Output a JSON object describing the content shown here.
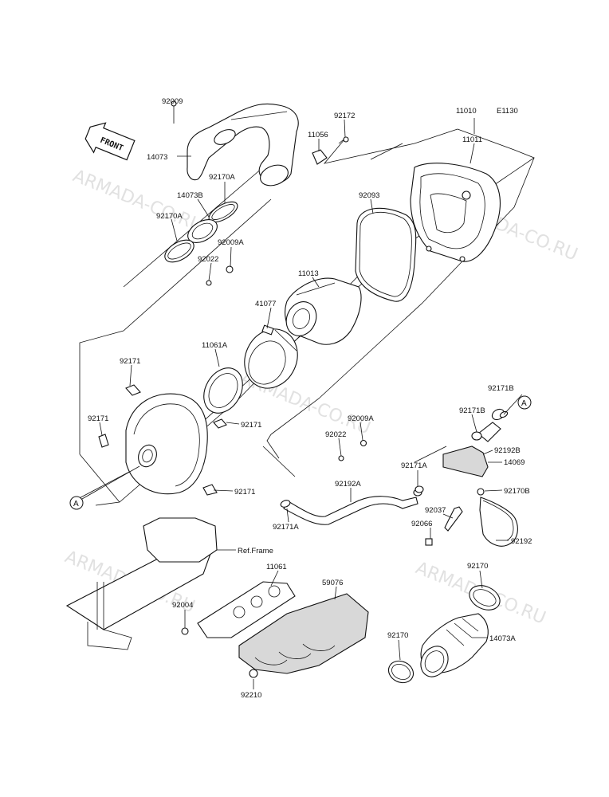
{
  "diagram_code": "E1130",
  "front_label": "FRONT",
  "watermark": "ARMADA-CO.RU",
  "callouts": {
    "p92009": "92009",
    "p14073": "14073",
    "p92170A_top": "92170A",
    "p14073B": "14073B",
    "p92170A": "92170A",
    "p92022_top": "92022",
    "p92009A_top": "92009A",
    "p92172": "92172",
    "p11056": "11056",
    "p11010": "11010",
    "p11011": "11011",
    "p92093": "92093",
    "p11013": "11013",
    "p41077": "41077",
    "p11061A": "11061A",
    "p92171_a": "92171",
    "p92171_b": "92171",
    "p92171_c": "92171",
    "p92171_d": "92171",
    "p92009A_mid": "92009A",
    "p92022_mid": "92022",
    "p92192A": "92192A",
    "p92171A_left": "92171A",
    "p92171A_right": "92171A",
    "p92171B_top": "92171B",
    "p92171B": "92171B",
    "p92192B": "92192B",
    "p14069": "14069",
    "p92170B": "92170B",
    "p92037": "92037",
    "p92066": "92066",
    "p92192": "92192",
    "ref_frame": "Ref.Frame",
    "p11061": "11061",
    "p59076": "59076",
    "p92004": "92004",
    "p92210": "92210",
    "p92170_top": "92170",
    "p92170_left": "92170",
    "p14073A": "14073A",
    "marker_a": "A"
  }
}
